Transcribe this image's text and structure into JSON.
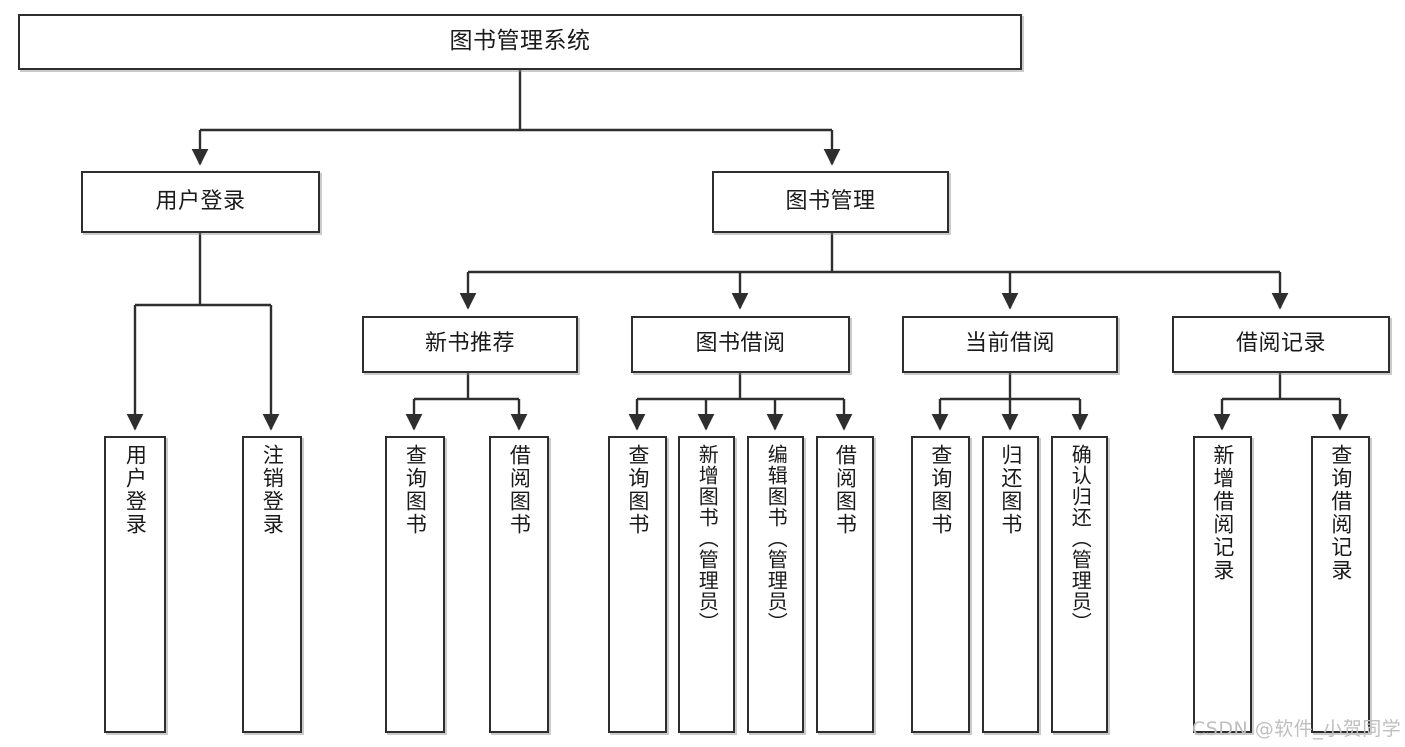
{
  "diagram": {
    "title": "图书管理系统",
    "type": "tree-hierarchy-chart",
    "watermark": "CSDN @软件_小贺同学",
    "colors": {
      "box_border": "#2e2e2e",
      "box_fill": "#ffffff",
      "connector": "#2e2e2e",
      "text": "#1a1a1a",
      "watermark": "#bfbfbf",
      "background": "#ffffff"
    },
    "levels": {
      "root": [
        "图书管理系统"
      ],
      "level2": [
        "用户登录",
        "图书管理"
      ],
      "level3": [
        "新书推荐",
        "图书借阅",
        "当前借阅",
        "借阅记录"
      ],
      "leaves": [
        "用户登录",
        "注销登录",
        "查询图书",
        "借阅图书",
        "查询图书",
        "新增图书（管理员）",
        "编辑图书（管理员）",
        "借阅图书",
        "查询图书",
        "归还图书",
        "确认归还（管理员）",
        "新增借阅记录",
        "查询借阅记录"
      ]
    },
    "nodes": {
      "root": {
        "label": "图书管理系统"
      },
      "user_login": {
        "label": "用户登录"
      },
      "book_mgmt": {
        "label": "图书管理"
      },
      "new_book_rec": {
        "label": "新书推荐"
      },
      "book_borrow": {
        "label": "图书借阅"
      },
      "current_borrow": {
        "label": "当前借阅"
      },
      "borrow_record": {
        "label": "借阅记录"
      },
      "leaf_user_login": {
        "label": "用户登录"
      },
      "leaf_logout": {
        "label": "注销登录"
      },
      "leaf_query_book_a": {
        "label": "查询图书"
      },
      "leaf_borrow_book_a": {
        "label": "借阅图书"
      },
      "leaf_query_book_b": {
        "label": "查询图书"
      },
      "leaf_add_book": {
        "label": "新增图书（管理员）"
      },
      "leaf_edit_book": {
        "label": "编辑图书（管理员）"
      },
      "leaf_borrow_book_b": {
        "label": "借阅图书"
      },
      "leaf_query_book_c": {
        "label": "查询图书"
      },
      "leaf_return_book": {
        "label": "归还图书"
      },
      "leaf_confirm_return": {
        "label": "确认归还（管理员）"
      },
      "leaf_add_record": {
        "label": "新增借阅记录"
      },
      "leaf_query_record": {
        "label": "查询借阅记录"
      }
    },
    "edges": [
      {
        "from": "root",
        "to": "user_login"
      },
      {
        "from": "root",
        "to": "book_mgmt"
      },
      {
        "from": "user_login",
        "to": "leaf_user_login"
      },
      {
        "from": "user_login",
        "to": "leaf_logout"
      },
      {
        "from": "book_mgmt",
        "to": "new_book_rec"
      },
      {
        "from": "book_mgmt",
        "to": "book_borrow"
      },
      {
        "from": "book_mgmt",
        "to": "current_borrow"
      },
      {
        "from": "book_mgmt",
        "to": "borrow_record"
      },
      {
        "from": "new_book_rec",
        "to": "leaf_query_book_a"
      },
      {
        "from": "new_book_rec",
        "to": "leaf_borrow_book_a"
      },
      {
        "from": "book_borrow",
        "to": "leaf_query_book_b"
      },
      {
        "from": "book_borrow",
        "to": "leaf_add_book"
      },
      {
        "from": "book_borrow",
        "to": "leaf_edit_book"
      },
      {
        "from": "book_borrow",
        "to": "leaf_borrow_book_b"
      },
      {
        "from": "current_borrow",
        "to": "leaf_query_book_c"
      },
      {
        "from": "current_borrow",
        "to": "leaf_return_book"
      },
      {
        "from": "current_borrow",
        "to": "leaf_confirm_return"
      },
      {
        "from": "borrow_record",
        "to": "leaf_add_record"
      },
      {
        "from": "borrow_record",
        "to": "leaf_query_record"
      }
    ]
  }
}
